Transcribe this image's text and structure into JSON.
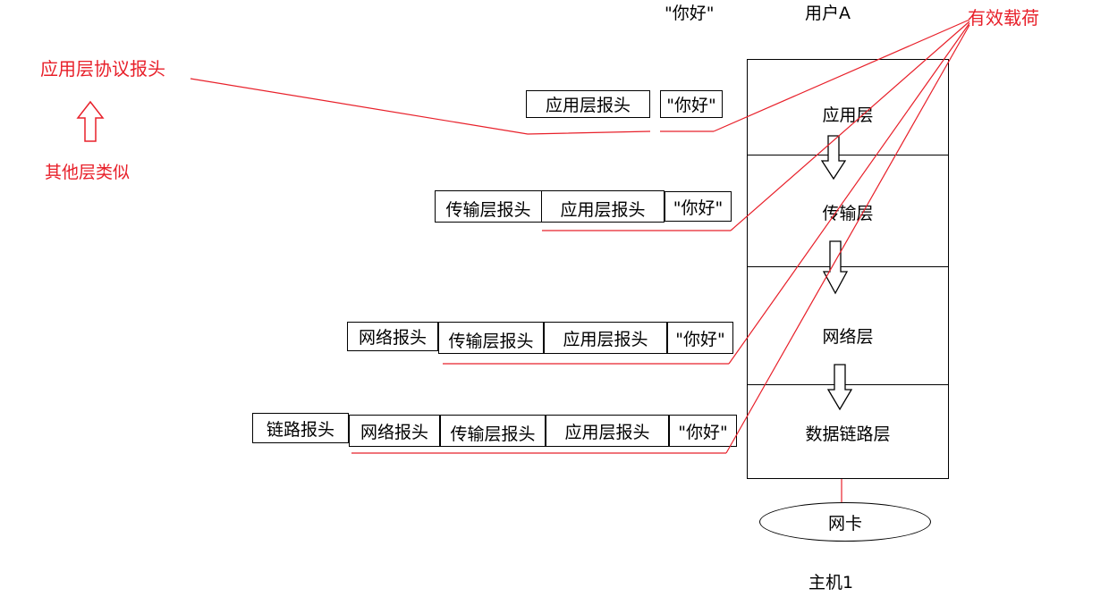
{
  "header": {
    "message": "\"你好\"",
    "user": "用户A"
  },
  "annotations": {
    "payload": "有效载荷",
    "app_header": "应用层协议报头",
    "others_similar": "其他层类似"
  },
  "stack": {
    "layers": [
      "应用层",
      "传输层",
      "网络层",
      "数据链路层"
    ],
    "nic": "网卡",
    "host": "主机1"
  },
  "rows": [
    [
      "应用层报头",
      "\"你好\""
    ],
    [
      "传输层报头",
      "应用层报头",
      "\"你好\""
    ],
    [
      "网络报头",
      "传输层报头",
      "应用层报头",
      "\"你好\""
    ],
    [
      "链路报头",
      "网络报头",
      "传输层报头",
      "应用层报头",
      "\"你好\""
    ]
  ],
  "colors": {
    "annotation": "#e8202a",
    "line": "#000000"
  }
}
